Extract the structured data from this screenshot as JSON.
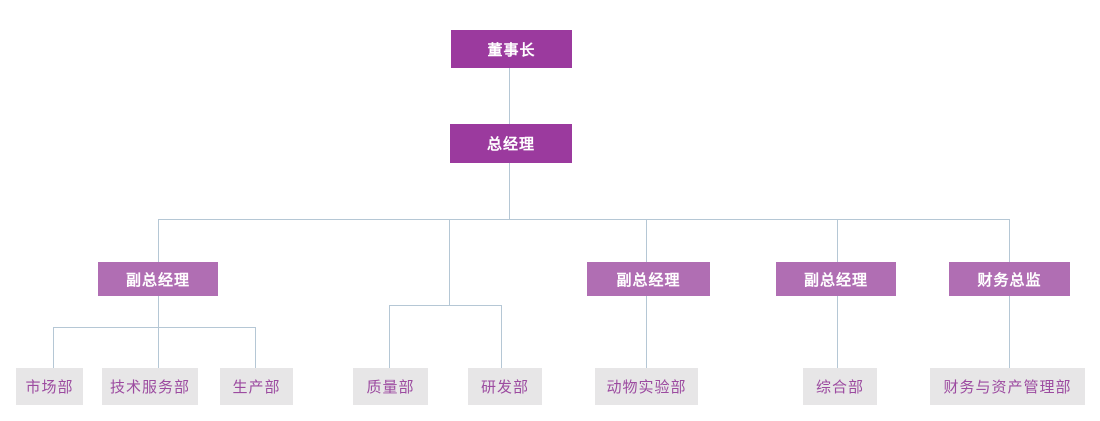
{
  "org_chart": {
    "type": "organization-tree",
    "chairman": {
      "label": "董事长"
    },
    "general_manager": {
      "label": "总经理"
    },
    "executives": [
      {
        "label": "副总经理"
      },
      {
        "label": "副总经理"
      },
      {
        "label": "副总经理"
      },
      {
        "label": "财务总监"
      }
    ],
    "departments": [
      {
        "label": "市场部"
      },
      {
        "label": "技术服务部"
      },
      {
        "label": "生产部"
      },
      {
        "label": "质量部"
      },
      {
        "label": "研发部"
      },
      {
        "label": "动物实验部"
      },
      {
        "label": "综合部"
      },
      {
        "label": "财务与资产管理部"
      }
    ],
    "colors": {
      "executive_box": "#9b3a9e",
      "manager_box": "#b06eb3",
      "department_box": "#e7e6e7",
      "department_text": "#9c4ba0",
      "connector_line": "#b5c7d5"
    }
  }
}
